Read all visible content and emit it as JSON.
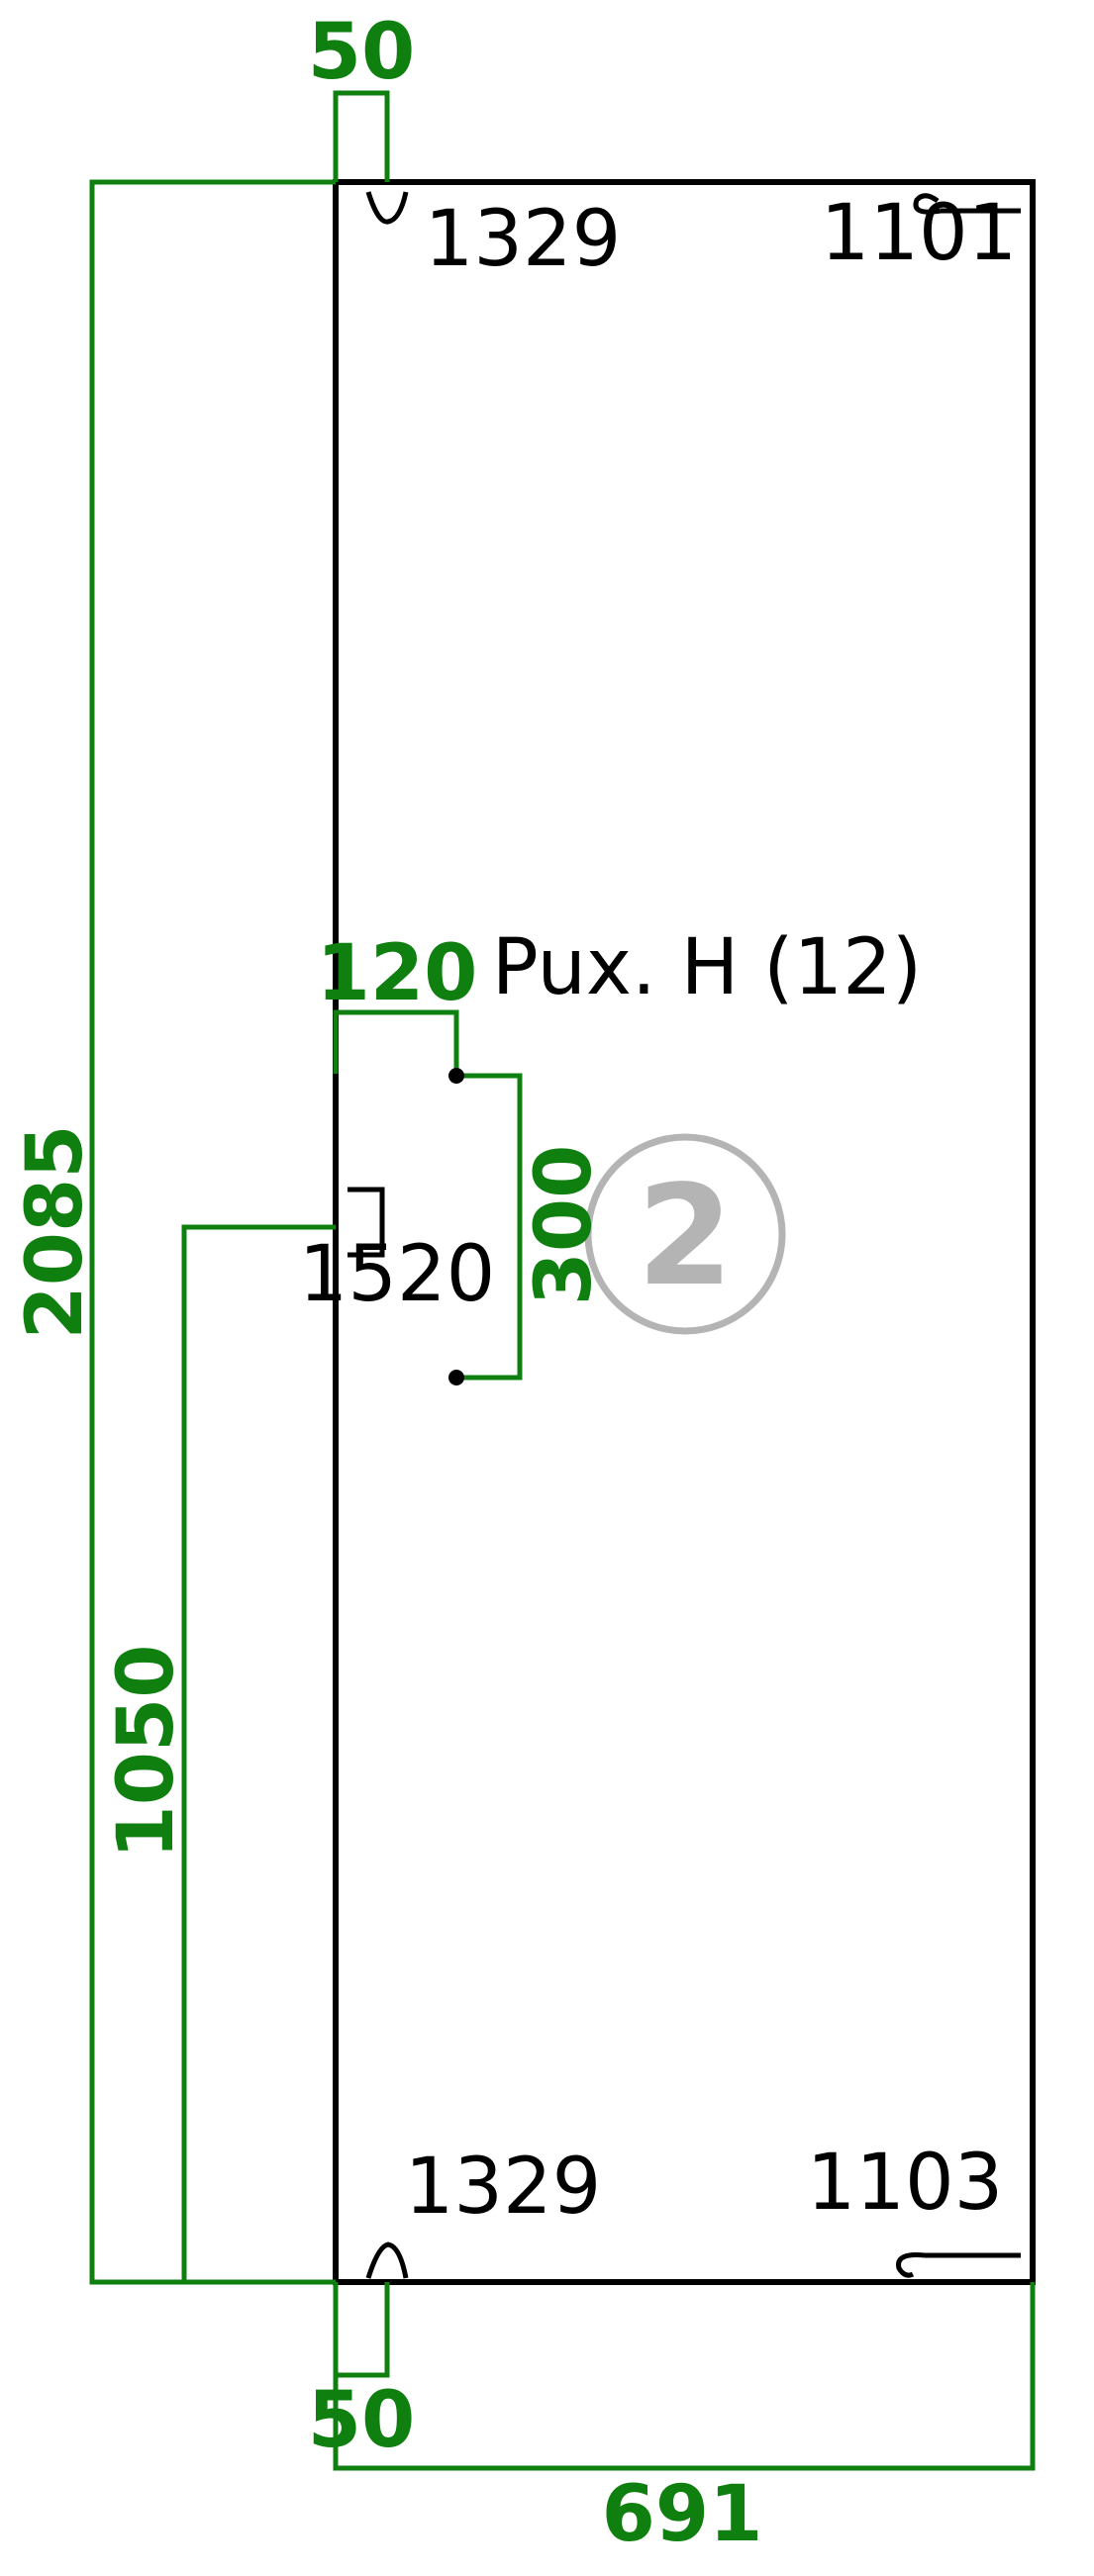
{
  "colors": {
    "dimension": "#0f8010",
    "outline": "#000000",
    "badge": "#b4b4b4"
  },
  "dimensions": {
    "top_offset": "50",
    "bottom_offset": "50",
    "total_height": "2085",
    "handle_height": "1050",
    "hinge_offset": "120",
    "hinge_spacing": "300",
    "width": "691"
  },
  "labels": {
    "top_left": "1329",
    "top_right": "1101",
    "bottom_left": "1329",
    "bottom_right": "1103",
    "handle": "1520",
    "panel_name": "Pux. H (12)"
  },
  "badge": {
    "number": "2"
  }
}
